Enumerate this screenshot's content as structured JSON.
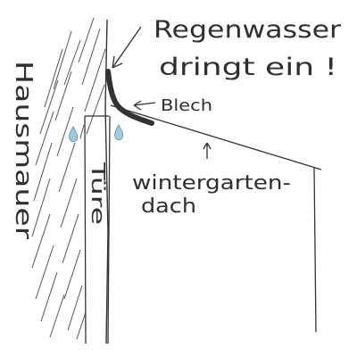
{
  "labels": {
    "rain_line1": "Regenwasser",
    "rain_line2": "dringt  ein !",
    "flashing": "Blech",
    "roof_line1": "wintergarten-",
    "roof_line2": "dach",
    "wall": "Hausmauer",
    "door": "Türe"
  },
  "colors": {
    "ink": "#2f2f2f",
    "flashing": "#333333",
    "drop": "#9ecbe0"
  }
}
